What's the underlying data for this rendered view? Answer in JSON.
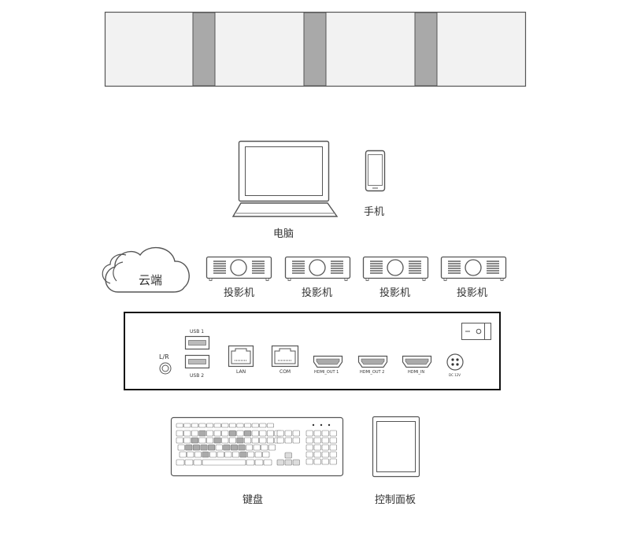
{
  "devices": {
    "laptop_label": "电脑",
    "phone_label": "手机",
    "cloud_label": "云端",
    "projector_labels": [
      "投影机",
      "投影机",
      "投影机",
      "投影机"
    ],
    "keyboard_label": "键盘",
    "tablet_label": "控制面板"
  },
  "panel": {
    "usb1": "USB 1",
    "usb2": "USB 2",
    "audio": "L/R",
    "lan": "LAN",
    "com": "COM",
    "hdmi_out1": "HDMI_OUT 1",
    "hdmi_out2": "HDMI_OUT 2",
    "hdmi_in": "HDMI_IN",
    "dc": "DC 12V",
    "switch_off": "−",
    "switch_on": "O"
  },
  "colors": {
    "line": "#555555",
    "gap": "#a9a9a9",
    "screen": "#f1f1f1"
  }
}
